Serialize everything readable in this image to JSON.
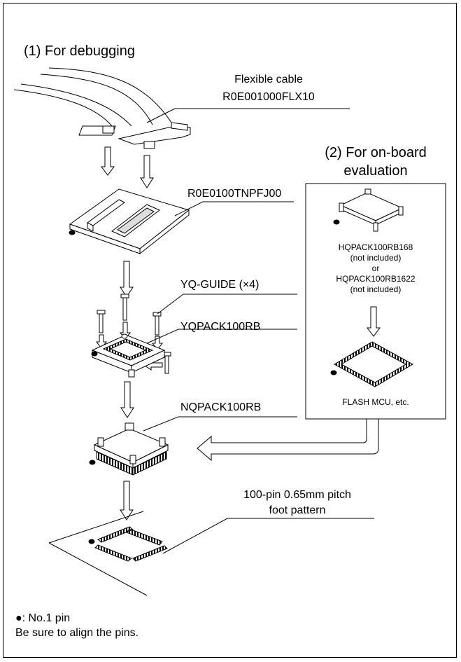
{
  "sections": {
    "debugging_title": "(1) For debugging",
    "onboard_title_line1": "(2) For on-board",
    "onboard_title_line2": "evaluation"
  },
  "parts": {
    "cable_name": "Flexible cable",
    "cable_part": "R0E001000FLX10",
    "adapter": "R0E0100TNPFJ00",
    "guide": "YQ-GUIDE (×4)",
    "yqpack": "YQPACK100RB",
    "nqpack": "NQPACK100RB",
    "foot_line1": "100-pin 0.65mm pitch",
    "foot_line2": "foot pattern"
  },
  "onboard": {
    "hq1": "HQPACK100RB168",
    "hq1_note": "(not included)",
    "or": "or",
    "hq2": "HQPACK100RB1622",
    "hq2_note": "(not included)",
    "mcu": "FLASH MCU, etc."
  },
  "notes": {
    "legend": "●: No.1 pin",
    "align": "Be sure to align the pins."
  }
}
